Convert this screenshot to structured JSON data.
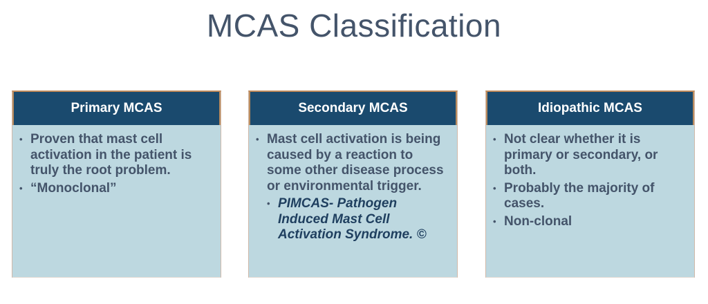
{
  "title": "MCAS Classification",
  "cards": [
    {
      "header": "Primary MCAS",
      "bullets": [
        "Proven that mast cell activation in the patient is truly the root problem.",
        "“Monoclonal”"
      ]
    },
    {
      "header": "Secondary MCAS",
      "bullets": [
        "Mast cell activation is being caused by a reaction to some other disease process or environmental trigger."
      ],
      "sub_bullets": [
        "PIMCAS- Pathogen Induced Mast Cell Activation Syndrome. ©"
      ]
    },
    {
      "header": "Idiopathic MCAS",
      "bullets": [
        "Not clear whether it is primary or secondary, or both.",
        "Probably the majority of cases.",
        "Non-clonal"
      ]
    }
  ],
  "colors": {
    "title": "#44546a",
    "header_bg": "#1a4a6e",
    "body_bg": "#bdd8e0",
    "border": "#c08a5a"
  },
  "icons": {
    "bullet": "bullet-dot-icon"
  }
}
